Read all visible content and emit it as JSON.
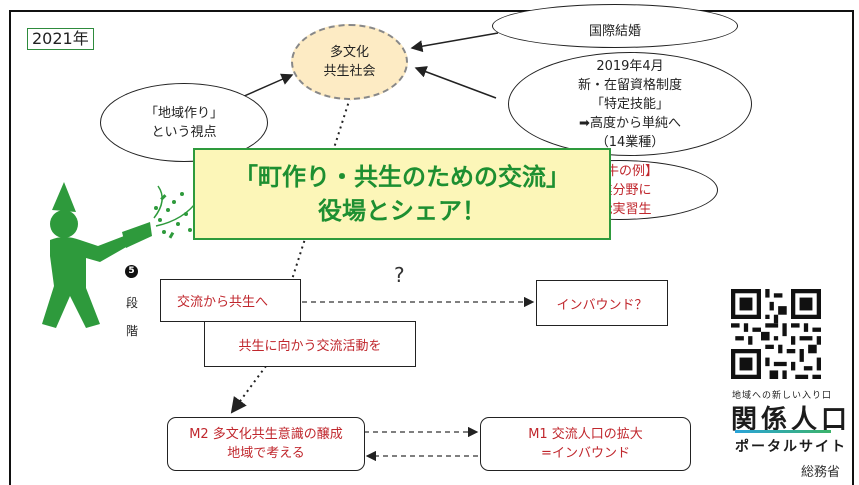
{
  "year_label": "2021年",
  "nodes": {
    "tabunka": [
      "多文化",
      "共生社会"
    ],
    "chiiki": [
      "「地域作り」",
      "という視点"
    ],
    "kokusai": "国際結婚",
    "y2019": [
      "2019年4月",
      "新・在留資格制度",
      "「特定技能」",
      "➡高度から単純へ",
      "（14業種）"
    ],
    "wagyu": [
      "【和牛の例】",
      "農業分野に",
      "技能実習生"
    ]
  },
  "boxes": {
    "koryu": "交流から共生へ",
    "kyosei": "共生に向かう交流活動を",
    "inbound": "インバウンド？",
    "m2": [
      "M2 多文化共生意識の醸成",
      "地域で考える"
    ],
    "m1": [
      "M1 交流人口の拡大",
      "=インバウンド"
    ]
  },
  "question_mark": "?",
  "stage": {
    "number": "5",
    "chars": [
      "段",
      "階"
    ]
  },
  "banner": [
    "「町作り・共生のための交流」",
    "役場とシェア！"
  ],
  "brand": {
    "small": "地域への新しい入り口",
    "big": "関係人口",
    "sub": "ポータルサイト"
  },
  "credit": "総務省",
  "colors": {
    "accent_red": "#c0272d",
    "banner_green": "#1d8f31",
    "banner_bg": "#fcf6b8",
    "tabunka_bg": "#fdebc4"
  },
  "icons": [
    "party-popper-person-icon",
    "qr-code-icon"
  ]
}
